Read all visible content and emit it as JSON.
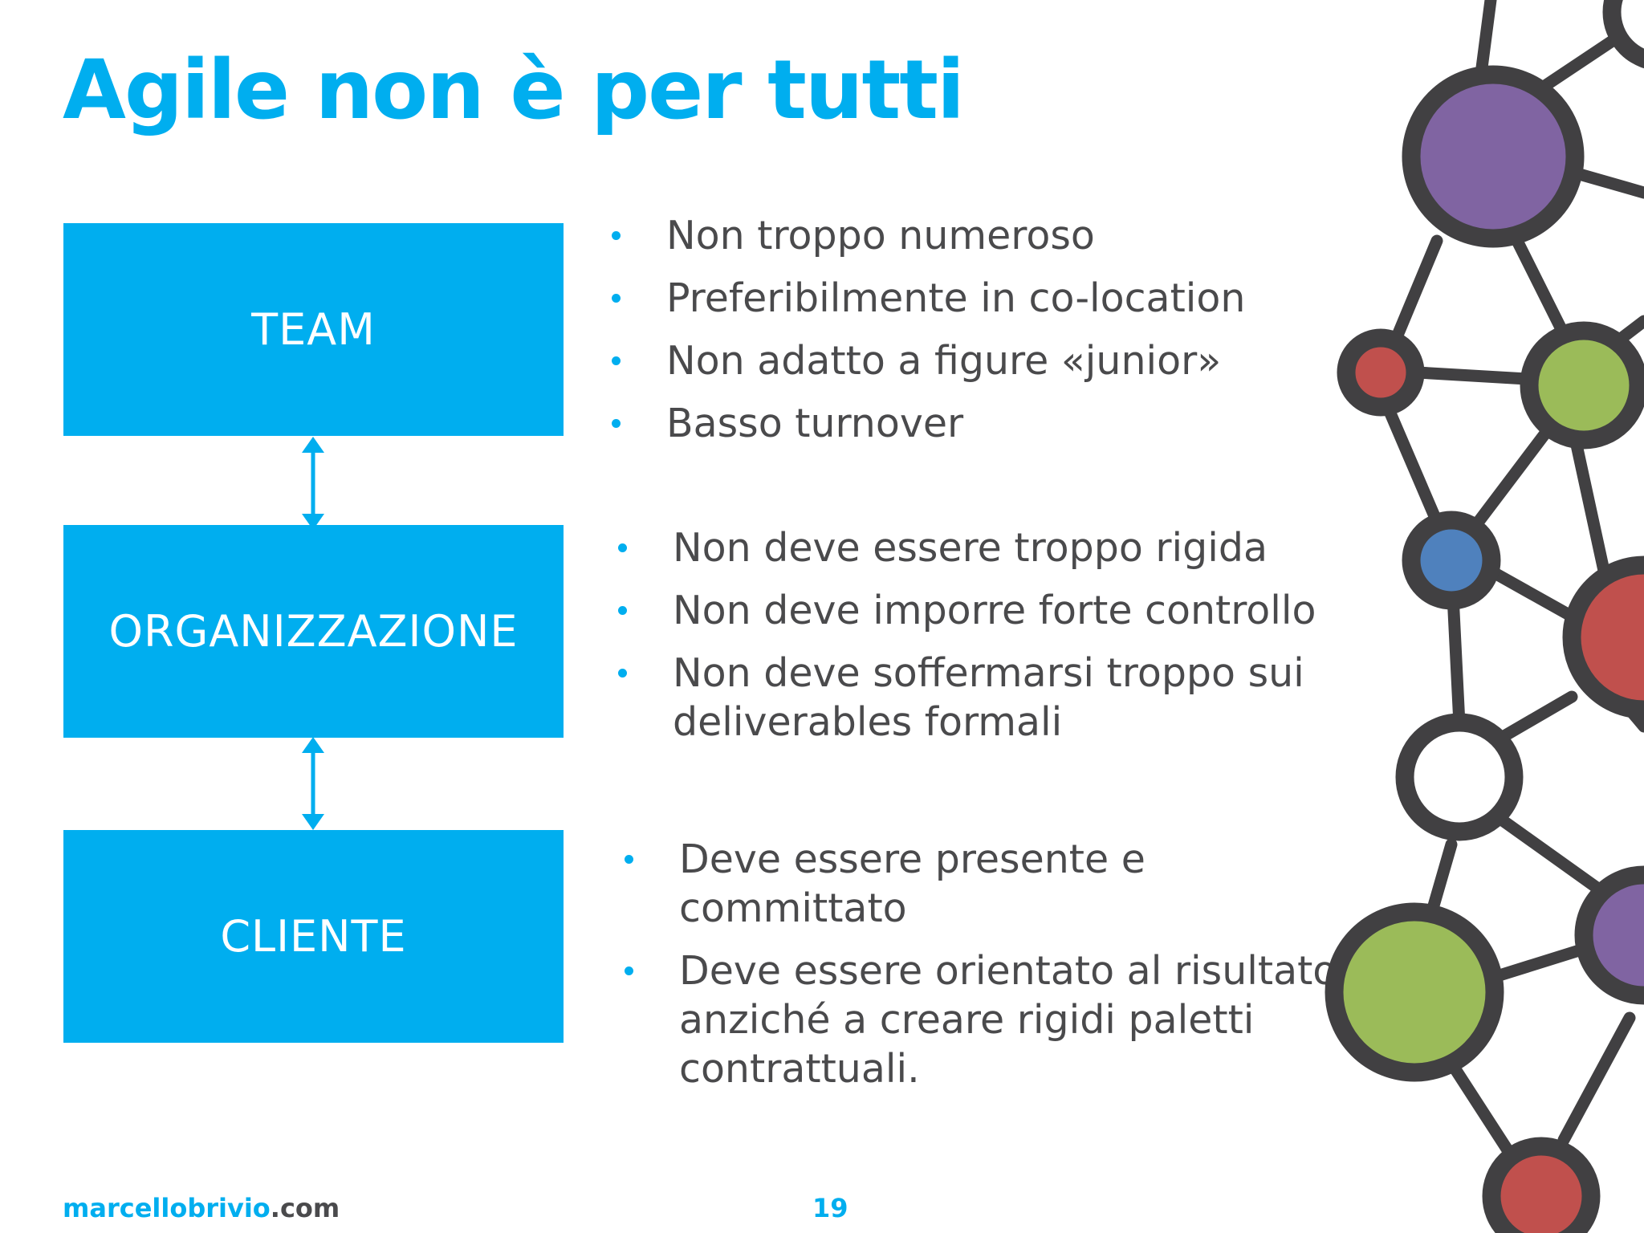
{
  "colors": {
    "accent": "#00aeef",
    "text": "#4a4a4c",
    "footer_text": "#4a4a4c",
    "network_line": "#414042",
    "purple": "#8064a2",
    "green": "#9bbb59",
    "red": "#c0504d",
    "blue": "#4f81bd",
    "white": "#ffffff"
  },
  "title": "Agile non è per tutti",
  "boxes": [
    {
      "label": "TEAM"
    },
    {
      "label": "ORGANIZZAZIONE"
    },
    {
      "label": "CLIENTE"
    }
  ],
  "bullet_groups": [
    {
      "items": [
        "Non troppo numeroso",
        "Preferibilmente in co-location",
        "Non adatto a figure «junior»",
        "Basso turnover"
      ]
    },
    {
      "items": [
        "Non deve essere troppo rigida",
        "Non deve imporre forte controllo",
        "Non deve soffermarsi troppo sui deliverables formali"
      ]
    },
    {
      "items": [
        "Deve essere presente e committato",
        "Deve essere orientato al risultato anziché a creare rigidi paletti contrattuali."
      ]
    }
  ],
  "footer": {
    "site_name": "marcellobrivio",
    "site_tld": ".com",
    "page_number": "19"
  }
}
